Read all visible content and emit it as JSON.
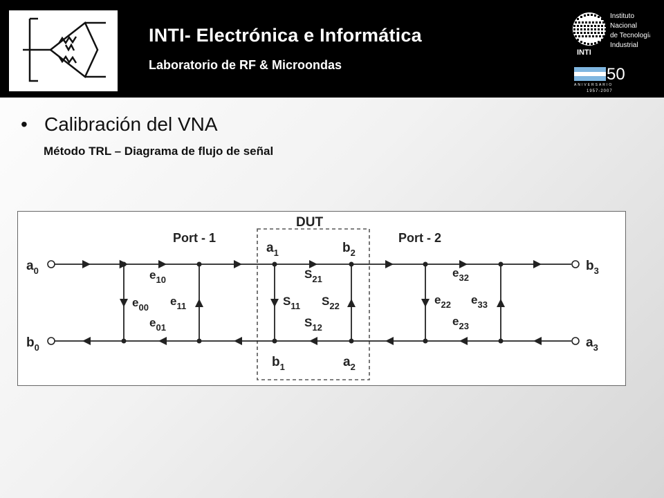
{
  "header": {
    "title": "INTI- Electrónica e Informática",
    "subtitle": "Laboratorio de RF & Microondas",
    "org_logo_text": [
      "Instituto",
      "Nacional",
      "de Tecnología",
      "Industrial"
    ],
    "org_logo_acronym": "INTI",
    "anniversary": {
      "number": "50",
      "word": "ANIVERSARIO",
      "years": "1957-2007"
    }
  },
  "content": {
    "bullet": "Calibración del VNA",
    "subheading": "Método TRL – Diagrama de flujo de señal"
  },
  "diagram": {
    "dut_label": "DUT",
    "port1_label": "Port - 1",
    "port2_label": "Port - 2",
    "nodes": {
      "a0": {
        "main": "a",
        "sub": "0"
      },
      "b0": {
        "main": "b",
        "sub": "0"
      },
      "a1": {
        "main": "a",
        "sub": "1"
      },
      "b1": {
        "main": "b",
        "sub": "1"
      },
      "a2": {
        "main": "a",
        "sub": "2"
      },
      "b2": {
        "main": "b",
        "sub": "2"
      },
      "a3": {
        "main": "a",
        "sub": "3"
      },
      "b3": {
        "main": "b",
        "sub": "3"
      }
    },
    "branches": {
      "e00": {
        "main": "e",
        "sub": "00"
      },
      "e10": {
        "main": "e",
        "sub": "10"
      },
      "e01": {
        "main": "e",
        "sub": "01"
      },
      "e11": {
        "main": "e",
        "sub": "11"
      },
      "S11": {
        "main": "S",
        "sub": "11"
      },
      "S21": {
        "main": "S",
        "sub": "21"
      },
      "S12": {
        "main": "S",
        "sub": "12"
      },
      "S22": {
        "main": "S",
        "sub": "22"
      },
      "e22": {
        "main": "e",
        "sub": "22"
      },
      "e32": {
        "main": "e",
        "sub": "32"
      },
      "e23": {
        "main": "e",
        "sub": "23"
      },
      "e33": {
        "main": "e",
        "sub": "33"
      }
    }
  }
}
